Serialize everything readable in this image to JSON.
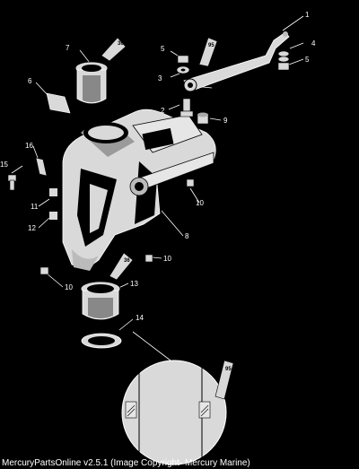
{
  "footer_text": "MercuryPartsOnline v2.5.1 (Image Copyright- Mercury Marine)",
  "callouts": {
    "c1": "1",
    "c2": "2",
    "c3": "3",
    "c4": "4",
    "c5a": "5",
    "c5b": "5",
    "c6": "6",
    "c7": "7",
    "c8": "8",
    "c9": "9",
    "c10a": "10",
    "c10b": "10",
    "c10c": "10",
    "c11": "11",
    "c12": "12",
    "c13": "13",
    "c14": "14",
    "c15": "15",
    "c16": "16"
  },
  "lube_tubes": {
    "t36a": "36",
    "t95a": "95",
    "t36b": "36",
    "t95b": "95"
  },
  "colors": {
    "background": "#000000",
    "lines": "#ffffff",
    "body": "#d9d9d9"
  }
}
